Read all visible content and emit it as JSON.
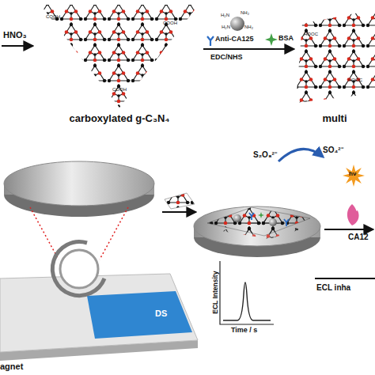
{
  "diagram": {
    "nodes": [
      {
        "text": [
          "carboxylated g-C₃N₄"
        ]
      },
      {
        "text": [
          "multi"
        ]
      }
    ],
    "edges": [
      {
        "from": 0,
        "to": 1,
        "arrow": "to"
      }
    ],
    "labels": [
      "HNO₃",
      "Anti-CA125",
      "EDC/NHS",
      "BSA",
      "H₂N",
      "NH₂",
      "NH₂",
      "H₂N",
      "COOH",
      "COOH",
      "COOH",
      "HOOC",
      "HOOC",
      "S₂O₈²⁻",
      "SO₄²⁻",
      "hν",
      "ECL Intensity",
      "Time / s",
      "CA12",
      "ECL inha",
      "DS",
      "agnet"
    ]
  }
}
